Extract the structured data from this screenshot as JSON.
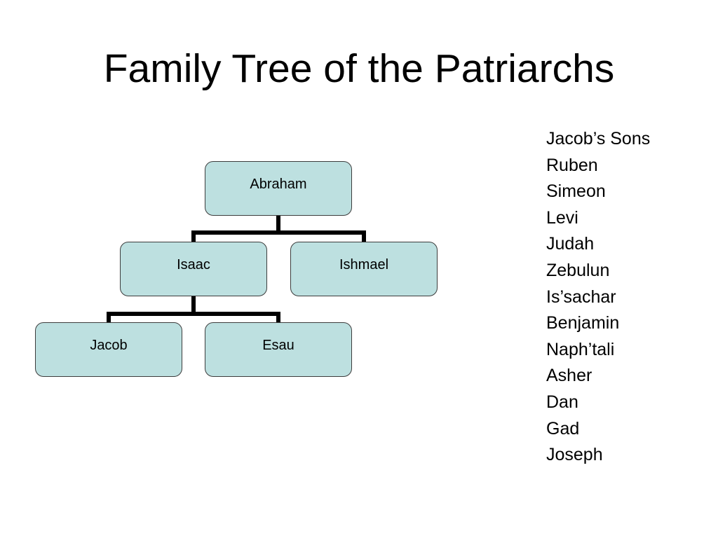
{
  "slide": {
    "title": "Family Tree of the Patriarchs"
  },
  "tree": {
    "root": "Abraham",
    "level2": [
      "Isaac",
      "Ishmael"
    ],
    "level3": [
      "Jacob",
      "Esau"
    ]
  },
  "sons_list": {
    "heading": "Jacob’s Sons",
    "names": [
      "Ruben",
      "Simeon",
      "Levi",
      "Judah",
      "Zebulun",
      "Is’sachar",
      "Benjamin",
      "Naph’tali",
      "Asher",
      "Dan",
      "Gad",
      "Joseph"
    ]
  },
  "colors": {
    "node_fill": "#bde0e0",
    "node_border": "#3c3c3c",
    "connector": "#000000"
  }
}
